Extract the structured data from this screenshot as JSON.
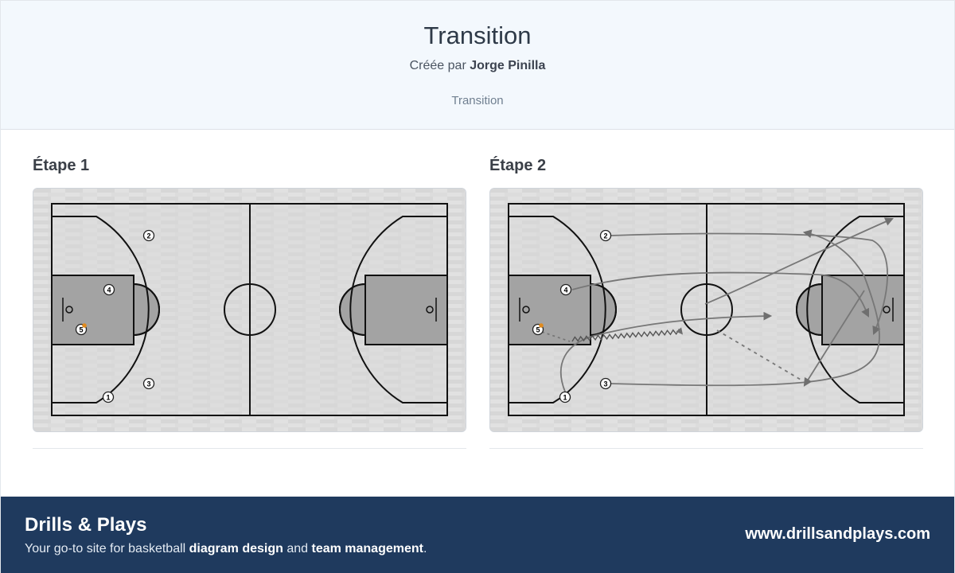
{
  "header": {
    "title": "Transition",
    "byline_prefix": "Créée par",
    "author": "Jorge Pinilla",
    "tag": "Transition"
  },
  "steps": [
    {
      "title": "Étape 1"
    },
    {
      "title": "Étape 2"
    }
  ],
  "players": {
    "labels": [
      "1",
      "2",
      "3",
      "4",
      "5"
    ],
    "ball_holder": "5"
  },
  "colors": {
    "court": "#e0e0e0",
    "paint": "#9f9f9f",
    "arrow": "#7a7a7a",
    "ball": "#e08a1e",
    "footer": "#1f3a5e"
  },
  "footer": {
    "brand": "Drills & Plays",
    "tagline_pre": "Your go-to site for basketball ",
    "tagline_b1": "diagram design",
    "tagline_mid": " and ",
    "tagline_b2": "team management",
    "tagline_end": ".",
    "url": "www.drillsandplays.com"
  }
}
